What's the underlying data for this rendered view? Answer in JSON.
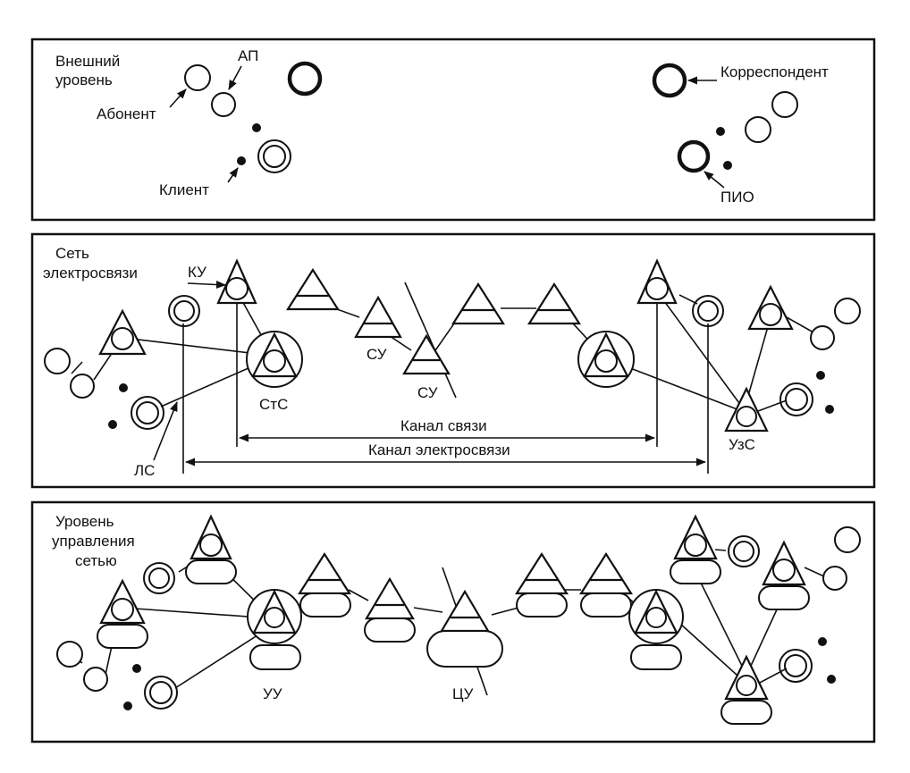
{
  "panel_top": {
    "title_line1": "Внешний",
    "title_line2": "уровень",
    "abonent": "Абонент",
    "ap": "АП",
    "klient": "Клиент",
    "korrespondent": "Корреспондент",
    "pio": "ПИО"
  },
  "panel_mid": {
    "title_line1": "Сеть",
    "title_line2": "электросвязи",
    "ku": "КУ",
    "su1": "СУ",
    "su2": "СУ",
    "sts": "СтС",
    "uzs": "УзС",
    "ls": "ЛС",
    "channel": "Канал связи",
    "telecom_channel": "Канал электросвязи"
  },
  "panel_bot": {
    "title_line1": "Уровень",
    "title_line2": "управления",
    "title_line3": "сетью",
    "uu": "УУ",
    "tsu": "ЦУ"
  }
}
